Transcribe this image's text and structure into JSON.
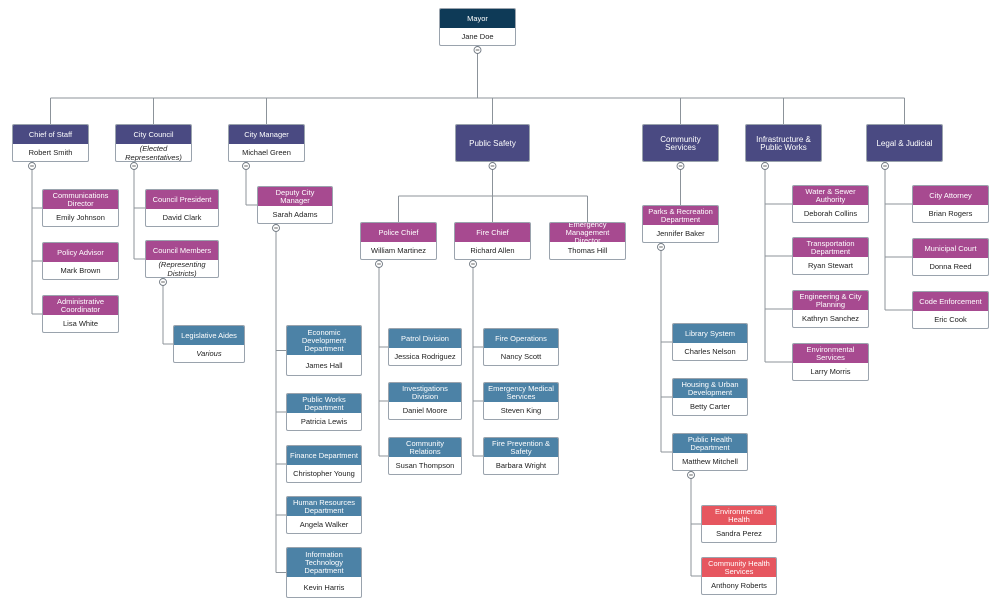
{
  "colors": {
    "executive": "#4a4a82",
    "director": "#a74a90",
    "department": "#4c82a6",
    "health": "#e6565f",
    "mayor": "#0e3a57",
    "line": "#8c939a"
  },
  "nodes": {
    "mayor": {
      "title": "Mayor",
      "name": "Jane Doe"
    },
    "chief_of_staff": {
      "title": "Chief of Staff",
      "name": "Robert Smith"
    },
    "communications_director": {
      "title": "Communications Director",
      "name": "Emily Johnson"
    },
    "policy_advisor": {
      "title": "Policy Advisor",
      "name": "Mark Brown"
    },
    "administrative_coordinator": {
      "title": "Administrative Coordinator",
      "name": "Lisa White"
    },
    "city_council": {
      "title": "City Council",
      "name": "(Elected Representatives)"
    },
    "council_president": {
      "title": "Council President",
      "name": "David Clark"
    },
    "council_members": {
      "title": "Council Members",
      "name": "(Representing Districts)"
    },
    "legislative_aides": {
      "title": "Legislative Aides",
      "name": "Various"
    },
    "city_manager": {
      "title": "City Manager",
      "name": "Michael Green"
    },
    "deputy_city_manager": {
      "title": "Deputy City Manager",
      "name": "Sarah Adams"
    },
    "economic_development": {
      "title": "Economic Development Department",
      "name": "James Hall"
    },
    "public_works": {
      "title": "Public Works Department",
      "name": "Patricia Lewis"
    },
    "finance": {
      "title": "Finance Department",
      "name": "Christopher Young"
    },
    "human_resources": {
      "title": "Human Resources Department",
      "name": "Angela Walker"
    },
    "information_technology": {
      "title": "Information Technology Department",
      "name": "Kevin Harris"
    },
    "public_safety": {
      "title": "Public Safety",
      "name": ""
    },
    "police_chief": {
      "title": "Police Chief",
      "name": "William Martinez"
    },
    "patrol_division": {
      "title": "Patrol Division",
      "name": "Jessica Rodriguez"
    },
    "investigations_division": {
      "title": "Investigations Division",
      "name": "Daniel Moore"
    },
    "community_relations": {
      "title": "Community Relations",
      "name": "Susan Thompson"
    },
    "fire_chief": {
      "title": "Fire Chief",
      "name": "Richard Allen"
    },
    "fire_operations": {
      "title": "Fire Operations",
      "name": "Nancy Scott"
    },
    "emergency_medical_services": {
      "title": "Emergency Medical Services",
      "name": "Steven King"
    },
    "fire_prevention": {
      "title": "Fire Prevention & Safety",
      "name": "Barbara Wright"
    },
    "emergency_management": {
      "title": "Emergency Management Director",
      "name": "Thomas Hill"
    },
    "community_services": {
      "title": "Community Services",
      "name": ""
    },
    "parks_recreation": {
      "title": "Parks & Recreation Department",
      "name": "Jennifer Baker"
    },
    "library_system": {
      "title": "Library System",
      "name": "Charles Nelson"
    },
    "housing_urban": {
      "title": "Housing & Urban Development",
      "name": "Betty Carter"
    },
    "public_health": {
      "title": "Public Health Department",
      "name": "Matthew Mitchell"
    },
    "environmental_health": {
      "title": "Environmental Health",
      "name": "Sandra Perez"
    },
    "community_health": {
      "title": "Community Health Services",
      "name": "Anthony Roberts"
    },
    "infrastructure": {
      "title": "Infrastructure & Public Works",
      "name": ""
    },
    "water_sewer": {
      "title": "Water & Sewer Authority",
      "name": "Deborah Collins"
    },
    "transportation": {
      "title": "Transportation Department",
      "name": "Ryan Stewart"
    },
    "engineering": {
      "title": "Engineering & City Planning",
      "name": "Kathryn Sanchez"
    },
    "environmental_services": {
      "title": "Environmental Services",
      "name": "Larry Morris"
    },
    "legal_judicial": {
      "title": "Legal & Judicial",
      "name": ""
    },
    "city_attorney": {
      "title": "City Attorney",
      "name": "Brian Rogers"
    },
    "municipal_court": {
      "title": "Municipal Court",
      "name": "Donna Reed"
    },
    "code_enforcement": {
      "title": "Code Enforcement",
      "name": "Eric Cook"
    }
  }
}
